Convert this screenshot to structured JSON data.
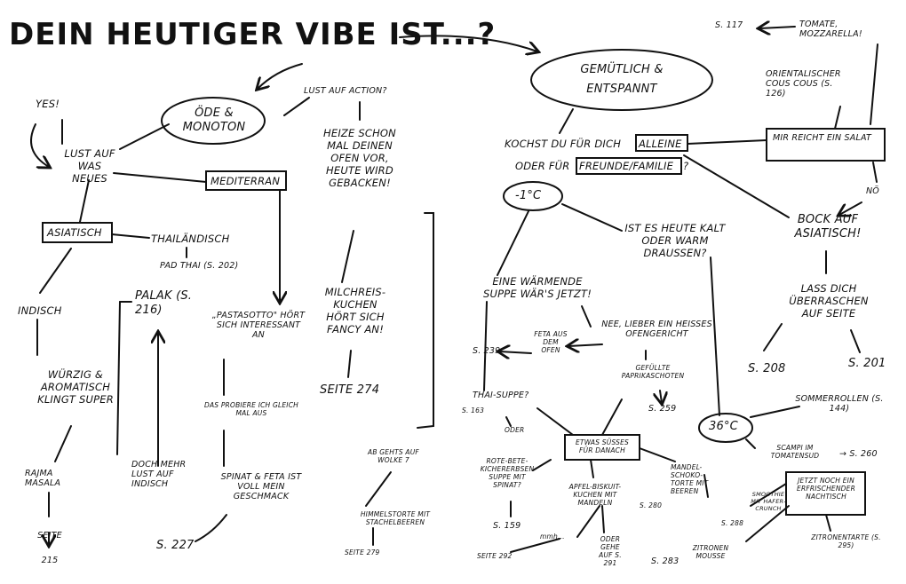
{
  "title": "DEIN HEUTIGER VIBE IST...?",
  "left": {
    "ode": "ÖDE & MONOTON",
    "yes": "YES!",
    "lust_auf_was_neues": "LUST AUF WAS NEUES",
    "mediterran": "MEDITERRAN",
    "asiatisch": "ASIATISCH",
    "thailaendisch": "THAILÄNDISCH",
    "padthai": "PAD THAI (S. 202)",
    "indisch": "INDISCH",
    "palak": "PALAK (S. 216)",
    "wuerzig": "WÜRZIG & AROMATISCH KLINGT SUPER",
    "rajma": "RAJMA MASALA",
    "seite215": "SEITE 215",
    "doch_mehr": "DOCH MEHR LUST AUF INDISCH",
    "pastasotto": "„PASTASOTTO\" HÖRT SICH INTERESSANT AN",
    "probiere": "DAS PROBIERE ICH GLEICH MAL AUS",
    "spinat": "SPINAT & FETA IST VOLL MEIN GESCHMACK",
    "s227": "S. 227",
    "lust_auf_action": "LUST AUF ACTION?",
    "heize": "HEIZE SCHON MAL DEINEN OFEN VOR, HEUTE WIRD GEBACKEN!",
    "milchreis": "MILCHREIS-KUCHEN HÖRT SICH FANCY AN!",
    "seite274": "SEITE 274",
    "wolke": "AB GEHTS AUF WOLKE 7",
    "himmelstorte": "HIMMELSTORTE MIT STACHELBEEREN",
    "seite279": "SEITE 279"
  },
  "right": {
    "gemuetlich": "GEMÜTLICH & ENTSPANNT",
    "kochst": "KOCHST DU FÜR DICH",
    "alleine": "ALLEINE",
    "oder_fuer": "ODER FÜR",
    "freunde": "FREUNDE/FAMILIE",
    "q": "?",
    "s117": "S. 117",
    "tomate": "TOMATE, MOZZARELLA!",
    "couscous": "ORIENTALISCHER COUS COUS (S. 126)",
    "salat": "MIR REICHT EIN SALAT",
    "noe": "NÖ",
    "bock": "BOCK AUF ASIATISCH!",
    "ueberraschen": "LASS DICH ÜBERRASCHEN AUF SEITE",
    "s208": "S. 208",
    "s201": "S. 201",
    "minus1": "-1°C",
    "kalt": "IST ES HEUTE KALT ODER WARM DRAUßEN?",
    "suppe": "EINE WÄRMENDE SUPPE WÄR'S JETZT!",
    "nee": "NEE, LIEBER EIN HEIßES OFENGERICHT",
    "feta": "FETA AUS DEM OFEN",
    "s239": "S. 239",
    "paprika": "GEFÜLLTE PAPRIKASCHOTEN",
    "s259": "S. 259",
    "thaisuppe": "THAI-SUPPE?",
    "s163": "S. 163",
    "oder": "ODER",
    "rotebete": "ROTE-BETE-KICHERERBSEN SUPPE MIT SPINAT?",
    "s159": "S. 159",
    "suesses": "ETWAS SÜßES FÜR DANACH",
    "apfel": "APFEL-BISKUIT-KUCHEN MIT MANDELN",
    "mmh": "mmh...",
    "seite292": "SEITE 292",
    "oder291": "ODER GEHE AUF S. 291",
    "mandel": "MANDEL-SCHOKO-TORTE MIT BEEREN",
    "s280": "S. 280",
    "plus36": "36°C",
    "sommerrollen": "SOMMERROLLEN (S. 144)",
    "scampi": "SCAMPI IM TOMATENSUD",
    "s260": "→ S. 260",
    "nachtisch": "JETZT NOCH EIN ERFRISCHENDER NACHTISCH",
    "smoothie": "SMOOTHIE MIT HAFER-CRUNCH",
    "s288": "S. 288",
    "zitronenmousse": "ZITRONEN MOUSSE",
    "s283": "S. 283",
    "zitronentarte": "ZITRONENTARTE (S. 295)"
  }
}
